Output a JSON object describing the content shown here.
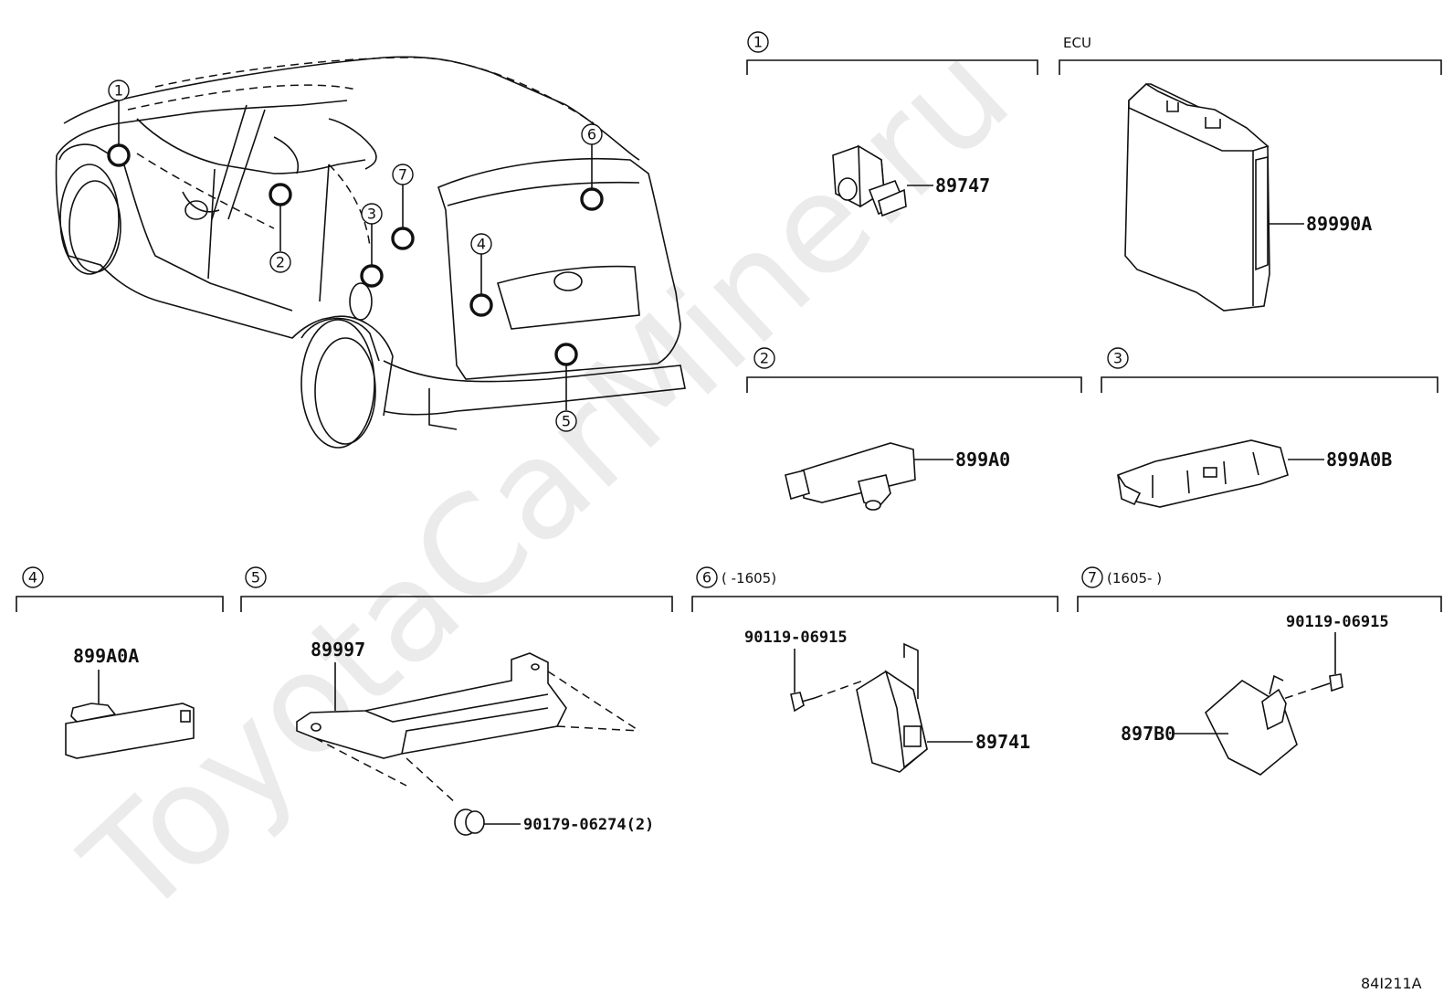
{
  "watermark": "ToyotaCarMine.ru",
  "diagram_code": "84I211A",
  "sections": [
    {
      "num": "1",
      "label": "",
      "parts": [
        "89747"
      ]
    },
    {
      "num": "",
      "label": "ECU",
      "parts": [
        "89990A"
      ]
    },
    {
      "num": "2",
      "label": "",
      "parts": [
        "899A0"
      ]
    },
    {
      "num": "3",
      "label": "",
      "parts": [
        "899A0B"
      ]
    },
    {
      "num": "4",
      "label": "",
      "parts": [
        "899A0A"
      ]
    },
    {
      "num": "5",
      "label": "",
      "parts": [
        "89997",
        "90179-06274(2)"
      ]
    },
    {
      "num": "6",
      "label": "(      -1605)",
      "parts": [
        "90119-06915",
        "89741"
      ]
    },
    {
      "num": "7",
      "label": "(1605-      )",
      "parts": [
        "90119-06915",
        "897B0"
      ]
    }
  ],
  "vehicle_callouts": [
    "1",
    "2",
    "3",
    "4",
    "5",
    "6",
    "7"
  ]
}
